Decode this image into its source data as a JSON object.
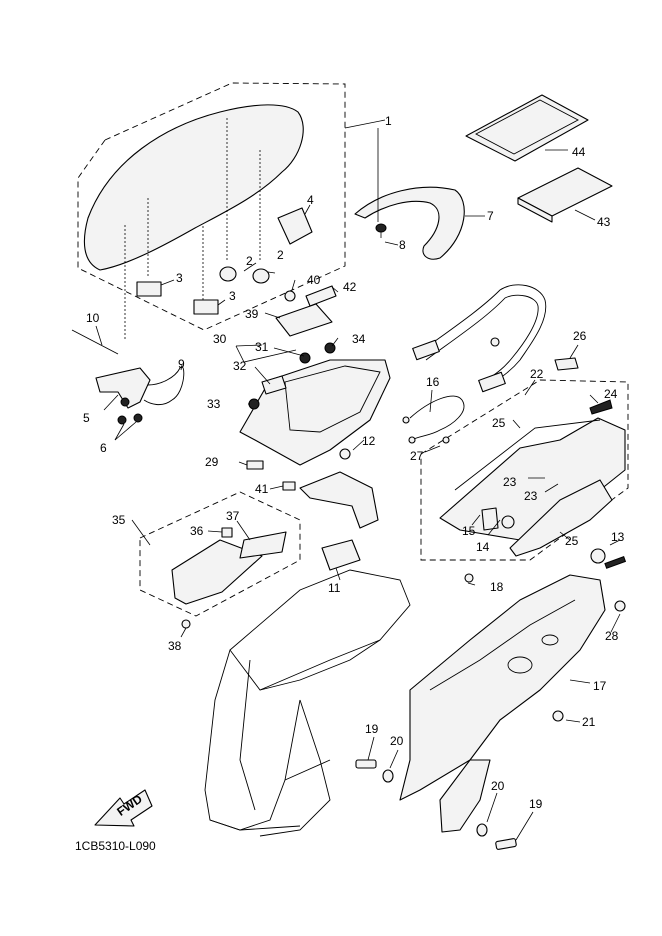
{
  "diagram": {
    "code": "1CB5310-L090",
    "fwd_label": "FWD",
    "callouts": [
      "1",
      "2",
      "2",
      "3",
      "3",
      "4",
      "5",
      "6",
      "7",
      "8",
      "9",
      "10",
      "11",
      "12",
      "13",
      "14",
      "15",
      "16",
      "17",
      "18",
      "19",
      "19",
      "20",
      "20",
      "21",
      "22",
      "23",
      "23",
      "24",
      "25",
      "25",
      "26",
      "27",
      "28",
      "29",
      "30",
      "31",
      "32",
      "33",
      "34",
      "35",
      "36",
      "37",
      "38",
      "39",
      "40",
      "41",
      "42",
      "43",
      "44"
    ]
  }
}
